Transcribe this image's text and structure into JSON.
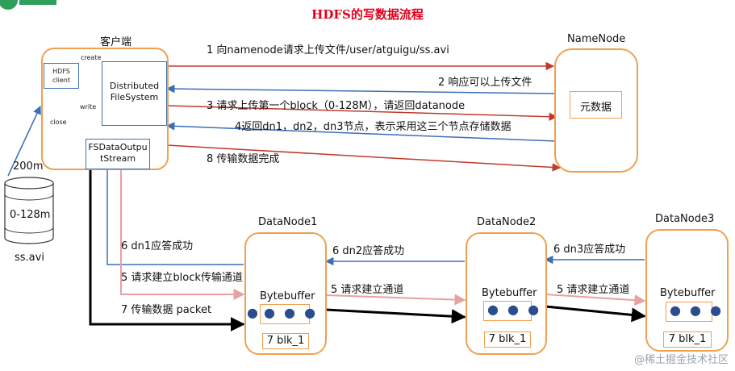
{
  "title": "HDFS的写数据流程",
  "client": {
    "label": "客户端",
    "hdfs_client": "HDFS client",
    "distributed_fs": "Distributed FileSystem",
    "fsdataout": "FSDataOutputStream",
    "create": "create",
    "write": "write",
    "close": "close"
  },
  "file": {
    "size": "200m",
    "block": "0-128m",
    "name": "ss.avi"
  },
  "namenode": {
    "label": "NameNode",
    "meta": "元数据"
  },
  "messages": {
    "m1": "1 向namenode请求上传文件/user/atguigu/ss.avi",
    "m2": "2 响应可以上传文件",
    "m3": "3 请求上传第一个block（0-128M），请返回datanode",
    "m4": "4返回dn1，dn2，dn3节点，表示采用这三个节点存储数据",
    "m8": "8 传输数据完成",
    "m6_dn1": "6 dn1应答成功",
    "m5_client": "5 请求建立block传输通道",
    "m7": "7 传输数据  packet",
    "m6_dn2": "6 dn2应答成功",
    "m5_dn1": "5 请求建立通道",
    "m6_dn3": "6 dn3应答成功",
    "m5_dn2": "5 请求建立通道"
  },
  "datanodes": [
    {
      "label": "DataNode1",
      "buffer": "Bytebuffer",
      "blk": "7 blk_1"
    },
    {
      "label": "DataNode2",
      "buffer": "Bytebuffer",
      "blk": "7 blk_1"
    },
    {
      "label": "DataNode3",
      "buffer": "Bytebuffer",
      "blk": "7 blk_1"
    }
  ],
  "watermark": "@稀土掘金技术社区",
  "colors": {
    "title": "#e0001a",
    "box_border": "#f0a050",
    "inner_border": "#3b6fb6",
    "red_arrow": "#c0392b",
    "blue_arrow": "#3b6fb6",
    "pink_arrow": "#e8a0a0"
  }
}
